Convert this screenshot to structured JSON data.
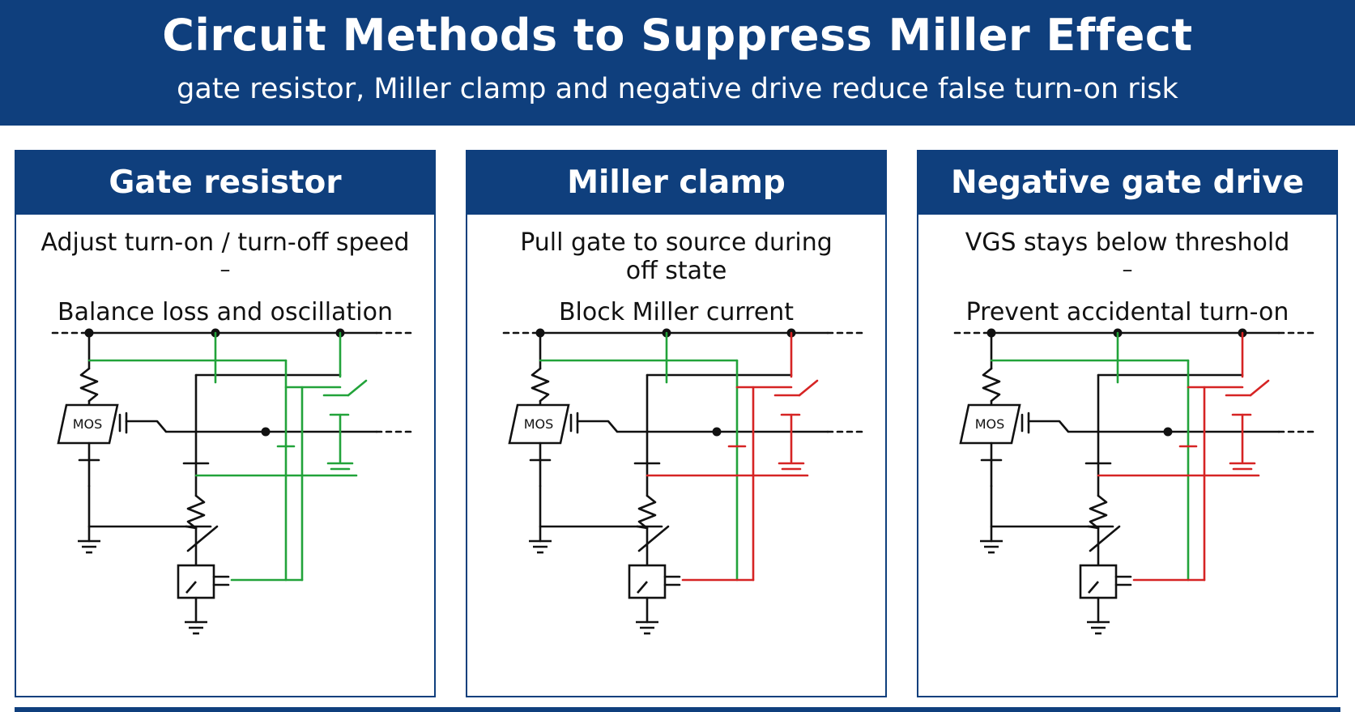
{
  "header": {
    "title": "Circuit Methods to Suppress Miller Effect",
    "subtitle": "gate resistor, Miller clamp and negative drive reduce false turn-on risk"
  },
  "colors": {
    "brand": "#0f3f7d",
    "green": "#22a33a",
    "red": "#d62424",
    "wire": "#111111"
  },
  "panels": [
    {
      "title": "Gate resistor",
      "line1": "Adjust turn-on / turn-off speed",
      "separator": "–",
      "line2": "Balance loss and oscillation",
      "mos_label": "MOS",
      "accent": "green"
    },
    {
      "title": "Miller clamp",
      "line1": "Pull gate to source during off state",
      "separator": "",
      "line2": "Block Miller current",
      "mos_label": "MOS",
      "accent": "red"
    },
    {
      "title": "Negative gate drive",
      "line1": "VGS stays below threshold",
      "separator": "–",
      "line2": "Prevent accidental turn-on",
      "mos_label": "MOS",
      "accent": "red"
    }
  ]
}
